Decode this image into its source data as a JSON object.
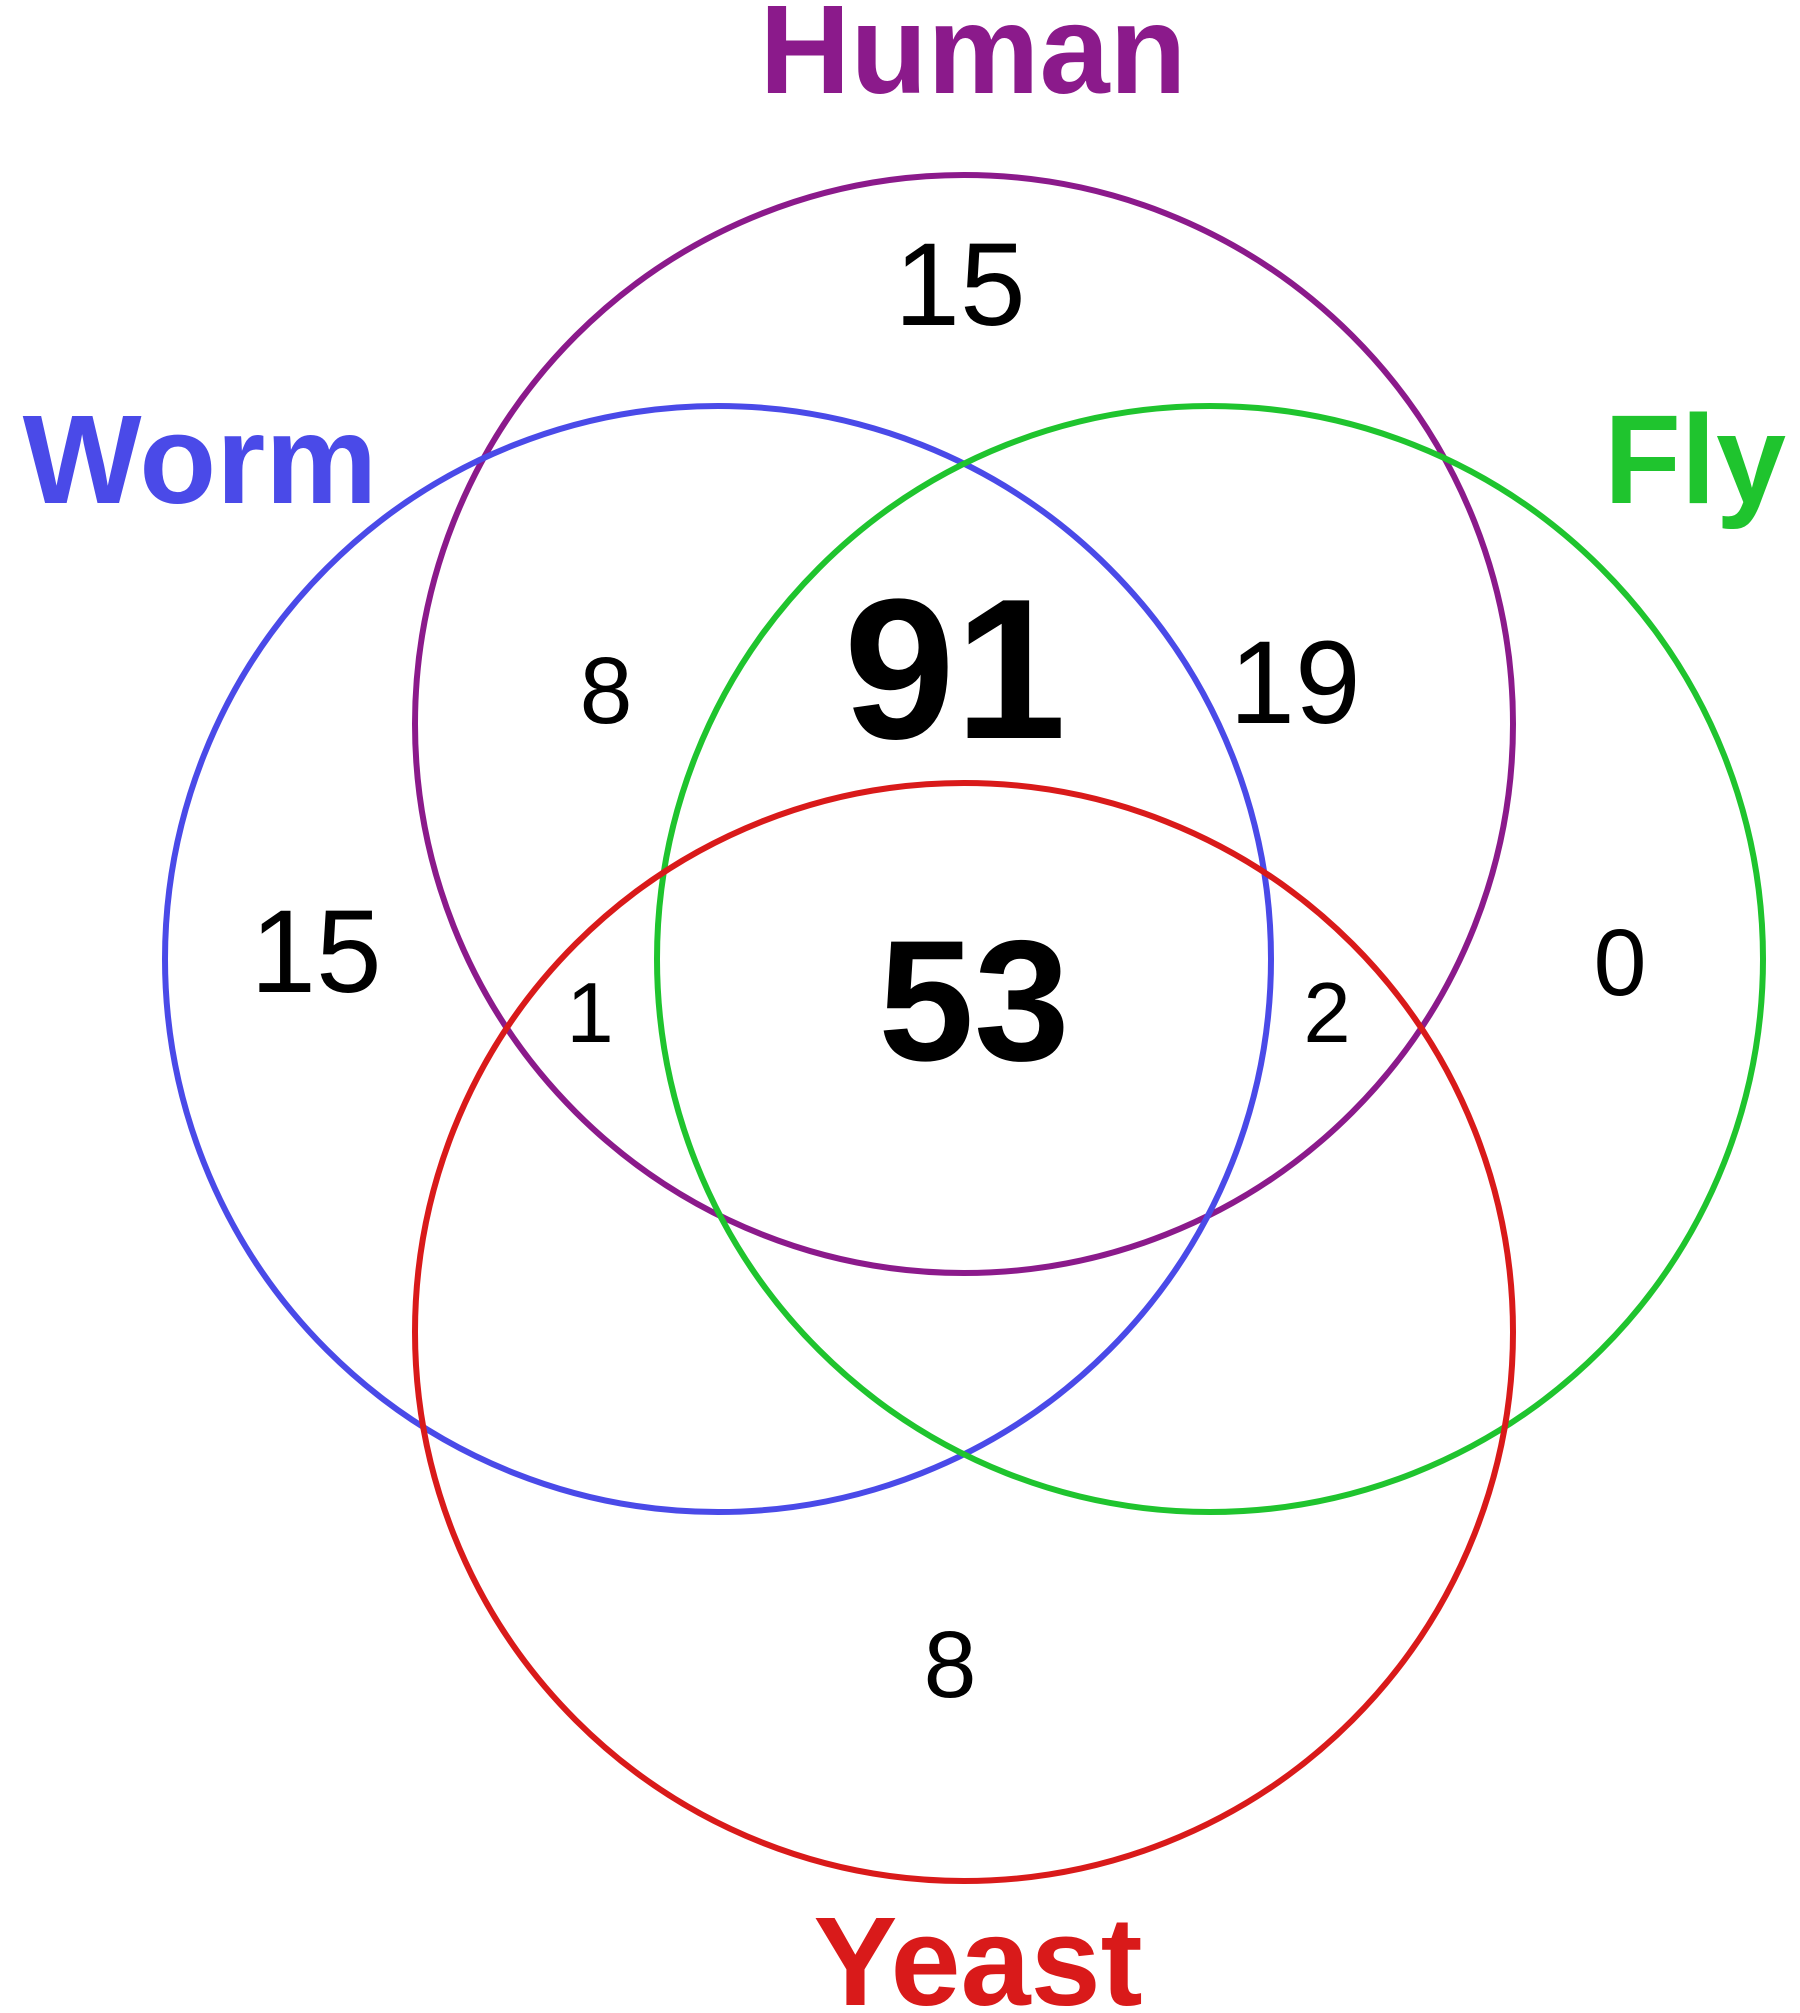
{
  "sets": [
    {
      "id": "human",
      "label": "Human",
      "color": "#8B1A8B"
    },
    {
      "id": "worm",
      "label": "Worm",
      "color": "#4A4AE8"
    },
    {
      "id": "fly",
      "label": "Fly",
      "color": "#1FC42E"
    },
    {
      "id": "yeast",
      "label": "Yeast",
      "color": "#D91A1A"
    }
  ],
  "regions": {
    "human_only": "15",
    "worm_only": "15",
    "fly_only": "0",
    "yeast_only": "8",
    "human_worm": "8",
    "human_fly": "19",
    "human_worm_fly": "91",
    "human_worm_fly_yeast": "53",
    "human_worm_yeast": "1",
    "human_fly_yeast": "2"
  }
}
